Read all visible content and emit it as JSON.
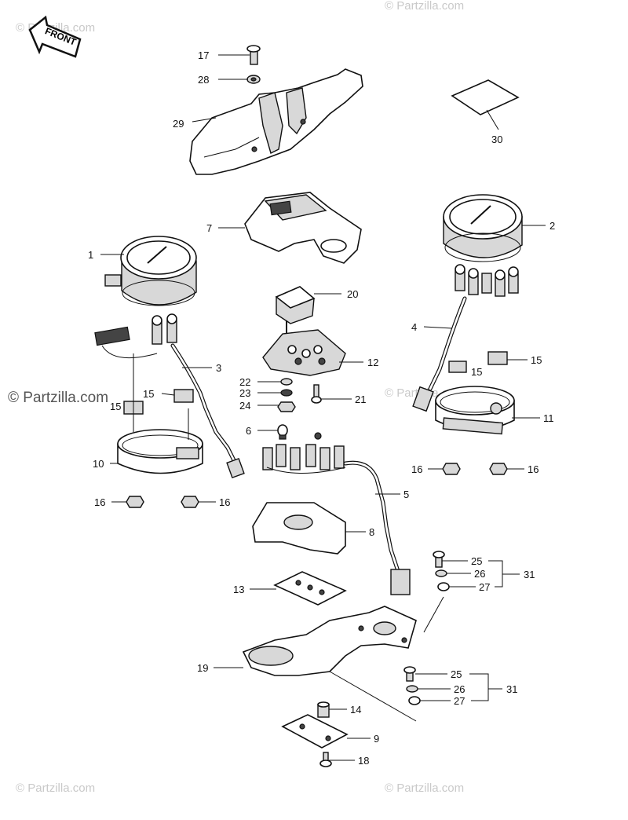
{
  "watermark": {
    "text": "© Partzilla.com"
  },
  "front_arrow_label": "FRONT",
  "callouts": [
    {
      "id": "c17",
      "label": "17"
    },
    {
      "id": "c28",
      "label": "28"
    },
    {
      "id": "c29",
      "label": "29"
    },
    {
      "id": "c30",
      "label": "30"
    },
    {
      "id": "c7",
      "label": "7"
    },
    {
      "id": "c2",
      "label": "2"
    },
    {
      "id": "c1",
      "label": "1"
    },
    {
      "id": "c20",
      "label": "20"
    },
    {
      "id": "c4",
      "label": "4"
    },
    {
      "id": "c12",
      "label": "12"
    },
    {
      "id": "c3",
      "label": "3"
    },
    {
      "id": "c15a",
      "label": "15"
    },
    {
      "id": "c15b",
      "label": "15"
    },
    {
      "id": "c15c",
      "label": "15"
    },
    {
      "id": "c15d",
      "label": "15"
    },
    {
      "id": "c22",
      "label": "22"
    },
    {
      "id": "c23",
      "label": "23"
    },
    {
      "id": "c24",
      "label": "24"
    },
    {
      "id": "c21",
      "label": "21"
    },
    {
      "id": "c11",
      "label": "11"
    },
    {
      "id": "c6",
      "label": "6"
    },
    {
      "id": "c10",
      "label": "10"
    },
    {
      "id": "c16a",
      "label": "16"
    },
    {
      "id": "c16b",
      "label": "16"
    },
    {
      "id": "c16c",
      "label": "16"
    },
    {
      "id": "c16d",
      "label": "16"
    },
    {
      "id": "c5",
      "label": "5"
    },
    {
      "id": "c8",
      "label": "8"
    },
    {
      "id": "c25a",
      "label": "25"
    },
    {
      "id": "c26a",
      "label": "26"
    },
    {
      "id": "c27a",
      "label": "27"
    },
    {
      "id": "c31a",
      "label": "31"
    },
    {
      "id": "c13",
      "label": "13"
    },
    {
      "id": "c19",
      "label": "19"
    },
    {
      "id": "c25b",
      "label": "25"
    },
    {
      "id": "c26b",
      "label": "26"
    },
    {
      "id": "c27b",
      "label": "27"
    },
    {
      "id": "c31b",
      "label": "31"
    },
    {
      "id": "c14",
      "label": "14"
    },
    {
      "id": "c9",
      "label": "9"
    },
    {
      "id": "c18",
      "label": "18"
    }
  ]
}
